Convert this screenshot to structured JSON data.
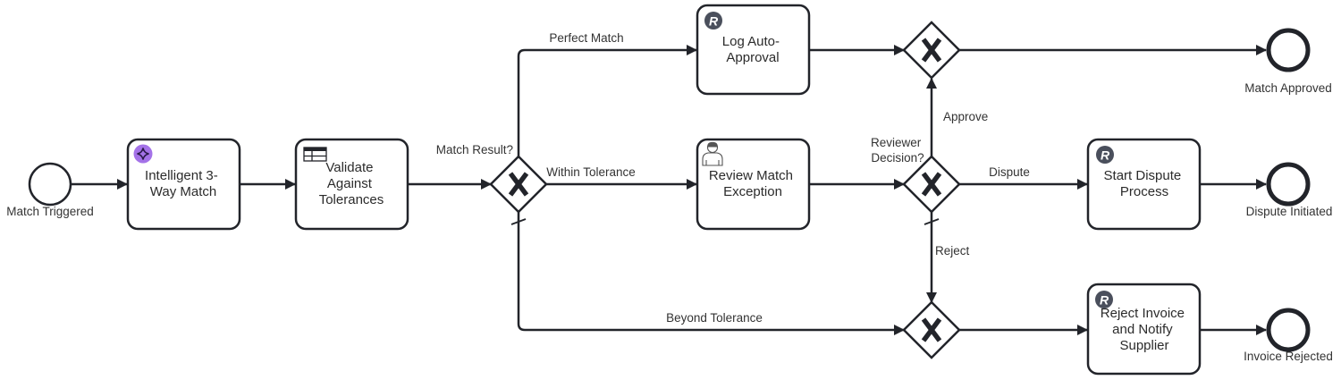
{
  "diagram": {
    "type": "BPMN process",
    "colors": {
      "stroke": "#22242a",
      "ai_icon": "#a472e8",
      "robot_icon": "#4a4f5c"
    },
    "events": {
      "start": {
        "label": "Match Triggered"
      },
      "end_approved": {
        "label": "Match Approved"
      },
      "end_dispute": {
        "label": "Dispute Initiated"
      },
      "end_rejected": {
        "label": "Invoice Rejected"
      }
    },
    "tasks": {
      "match": {
        "lines": [
          "Intelligent 3-",
          "Way Match"
        ],
        "icon": "ai-sparkle-icon"
      },
      "validate": {
        "lines": [
          "Validate",
          "Against",
          "Tolerances"
        ],
        "icon": "decision-table-icon"
      },
      "log": {
        "lines": [
          "Log Auto-",
          "Approval"
        ],
        "icon": "robot-icon"
      },
      "review": {
        "lines": [
          "Review Match",
          "Exception"
        ],
        "icon": "user-icon"
      },
      "dispute": {
        "lines": [
          "Start Dispute",
          "Process"
        ],
        "icon": "robot-icon"
      },
      "reject": {
        "lines": [
          "Reject Invoice",
          "and Notify",
          "Supplier"
        ],
        "icon": "robot-icon"
      }
    },
    "gateways": {
      "match_result": {
        "lines": [
          "Match Result?"
        ],
        "type": "exclusive"
      },
      "reviewer_decision": {
        "lines": [
          "Reviewer",
          "Decision?"
        ],
        "type": "exclusive"
      },
      "merge_approved": {
        "type": "exclusive"
      },
      "merge_rejected": {
        "type": "exclusive"
      }
    },
    "flows": {
      "perfect_match": "Perfect Match",
      "within_tolerance": "Within Tolerance",
      "beyond_tolerance": "Beyond Tolerance",
      "approve": "Approve",
      "dispute": "Dispute",
      "reject": "Reject"
    },
    "icon_glyphs": {
      "robot": "R"
    }
  }
}
